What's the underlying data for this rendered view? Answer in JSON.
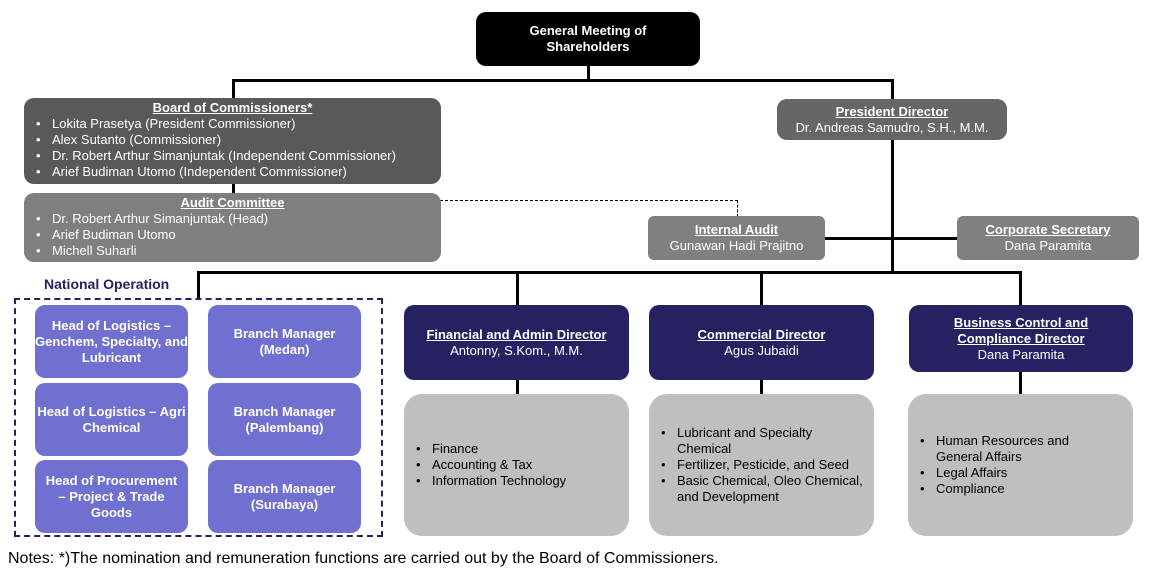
{
  "gms": {
    "title": "General Meeting of Shareholders"
  },
  "board": {
    "title": "Board of Commissioners*",
    "members": [
      "Lokita Prasetya (President Commissioner)",
      "Alex Sutanto (Commissioner)",
      "Dr. Robert Arthur Simanjuntak (Independent Commissioner)",
      "Arief Budiman Utomo (Independent Commissioner)"
    ]
  },
  "audit_committee": {
    "title": "Audit Committee",
    "members": [
      "Dr. Robert Arthur Simanjuntak (Head)",
      "Arief Budiman Utomo",
      "Michell Suharli"
    ]
  },
  "president": {
    "title": "President Director",
    "name": "Dr. Andreas Samudro, S.H., M.M."
  },
  "internal_audit": {
    "title": "Internal Audit",
    "name": "Gunawan Hadi Prajitno"
  },
  "corp_sec": {
    "title": "Corporate Secretary",
    "name": "Dana Paramita"
  },
  "national": {
    "label": "National Operation",
    "units": [
      "Head of Logistics – Genchem, Specialty, and Lubricant",
      "Branch Manager (Medan)",
      "Head of Logistics – Agri Chemical",
      "Branch Manager (Palembang)",
      "Head of Procurement – Project & Trade Goods",
      "Branch Manager (Surabaya)"
    ]
  },
  "directors": [
    {
      "title": "Financial and Admin Director",
      "name": "Antonny, S.Kom., M.M.",
      "functions": [
        "Finance",
        "Accounting & Tax",
        "Information Technology"
      ]
    },
    {
      "title": "Commercial Director",
      "name": "Agus Jubaidi",
      "functions": [
        "Lubricant and Specialty Chemical",
        "Fertilizer, Pesticide, and Seed",
        "Basic Chemical, Oleo Chemical, and Development"
      ]
    },
    {
      "title": "Business Control and Compliance Director",
      "name": "Dana Paramita",
      "functions": [
        "Human Resources and General Affairs",
        "Legal Affairs",
        "Compliance"
      ]
    }
  ],
  "notes": "Notes: *)The nomination and remuneration functions are carried out by the Board of Commissioners.",
  "colors": {
    "gms": "#000000",
    "board": "#595959",
    "audit": "#7f7f7f",
    "director": "#262262",
    "unit": "#7070d0",
    "function": "#bfbfbf"
  }
}
